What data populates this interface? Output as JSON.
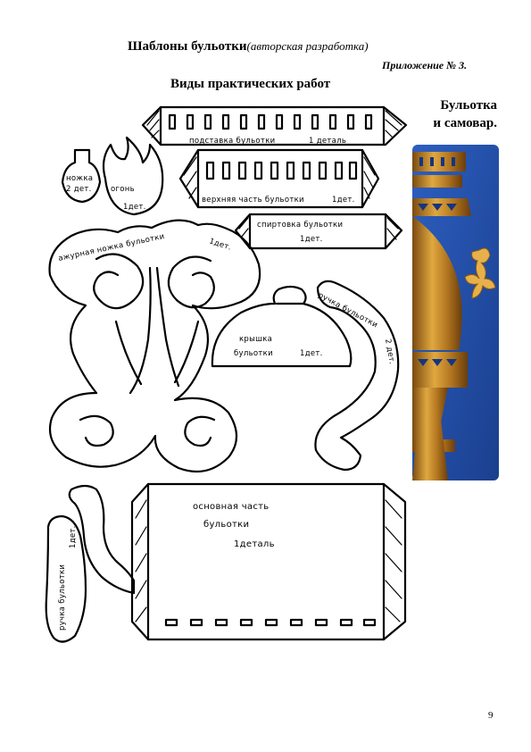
{
  "header": {
    "title": "Шаблоны бульотки",
    "title_note": "(авторская разработка)",
    "appendix": "Приложение № 3.",
    "heading": "Виды практических работ"
  },
  "photo": {
    "caption_line1": "Бульотка",
    "caption_line2": "и самовар.",
    "bg_color": "#1e4fa8",
    "metal_color": "#c8922e"
  },
  "templates": {
    "stand": "подставка бульотки",
    "stand_count": "1 деталь",
    "top_part": "верхняя часть бульотки",
    "top_part_count": "1дет.",
    "burner": "спиртовка бульотки",
    "burner_count": "1дет.",
    "leg_small": "ножка",
    "leg_small_count": "2 дет.",
    "fire": "огонь",
    "fire_count": "1дет.",
    "openwork_leg": "ажурная ножка бульотки",
    "openwork_leg_count": "1дет.",
    "lid_1": "крышка",
    "lid_2": "бульотки",
    "lid_count": "1дет.",
    "handle_right": "ручка бульотки",
    "handle_right_count": "2 дет.",
    "main_1": "основная часть",
    "main_2": "бульотки",
    "main_count": "1деталь",
    "handle_left": "ручка бульотки",
    "handle_left_count": "1дет."
  },
  "footer": {
    "page_number": "9"
  }
}
